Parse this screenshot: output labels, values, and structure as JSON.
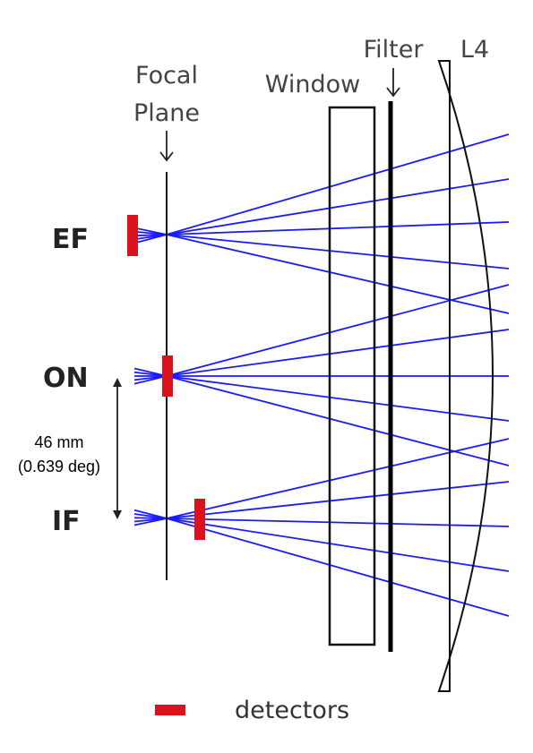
{
  "labels": {
    "focal_plane_line1": "Focal",
    "focal_plane_line2": "Plane",
    "window": "Window",
    "filter": "Filter",
    "lens": "L4",
    "ef": "EF",
    "on": "ON",
    "if": "IF",
    "separation_line1": "46 mm",
    "separation_line2": "(0.639 deg)",
    "legend": "detectors"
  },
  "colors": {
    "ray": "#1a1aff",
    "detector": "#d9121b",
    "outline": "#111111",
    "arrow": "#222222"
  },
  "icons": {
    "focal_arrow": "down-arrow-icon",
    "filter_arrow": "down-arrow-icon",
    "separation_arrow": "double-arrow-icon"
  }
}
